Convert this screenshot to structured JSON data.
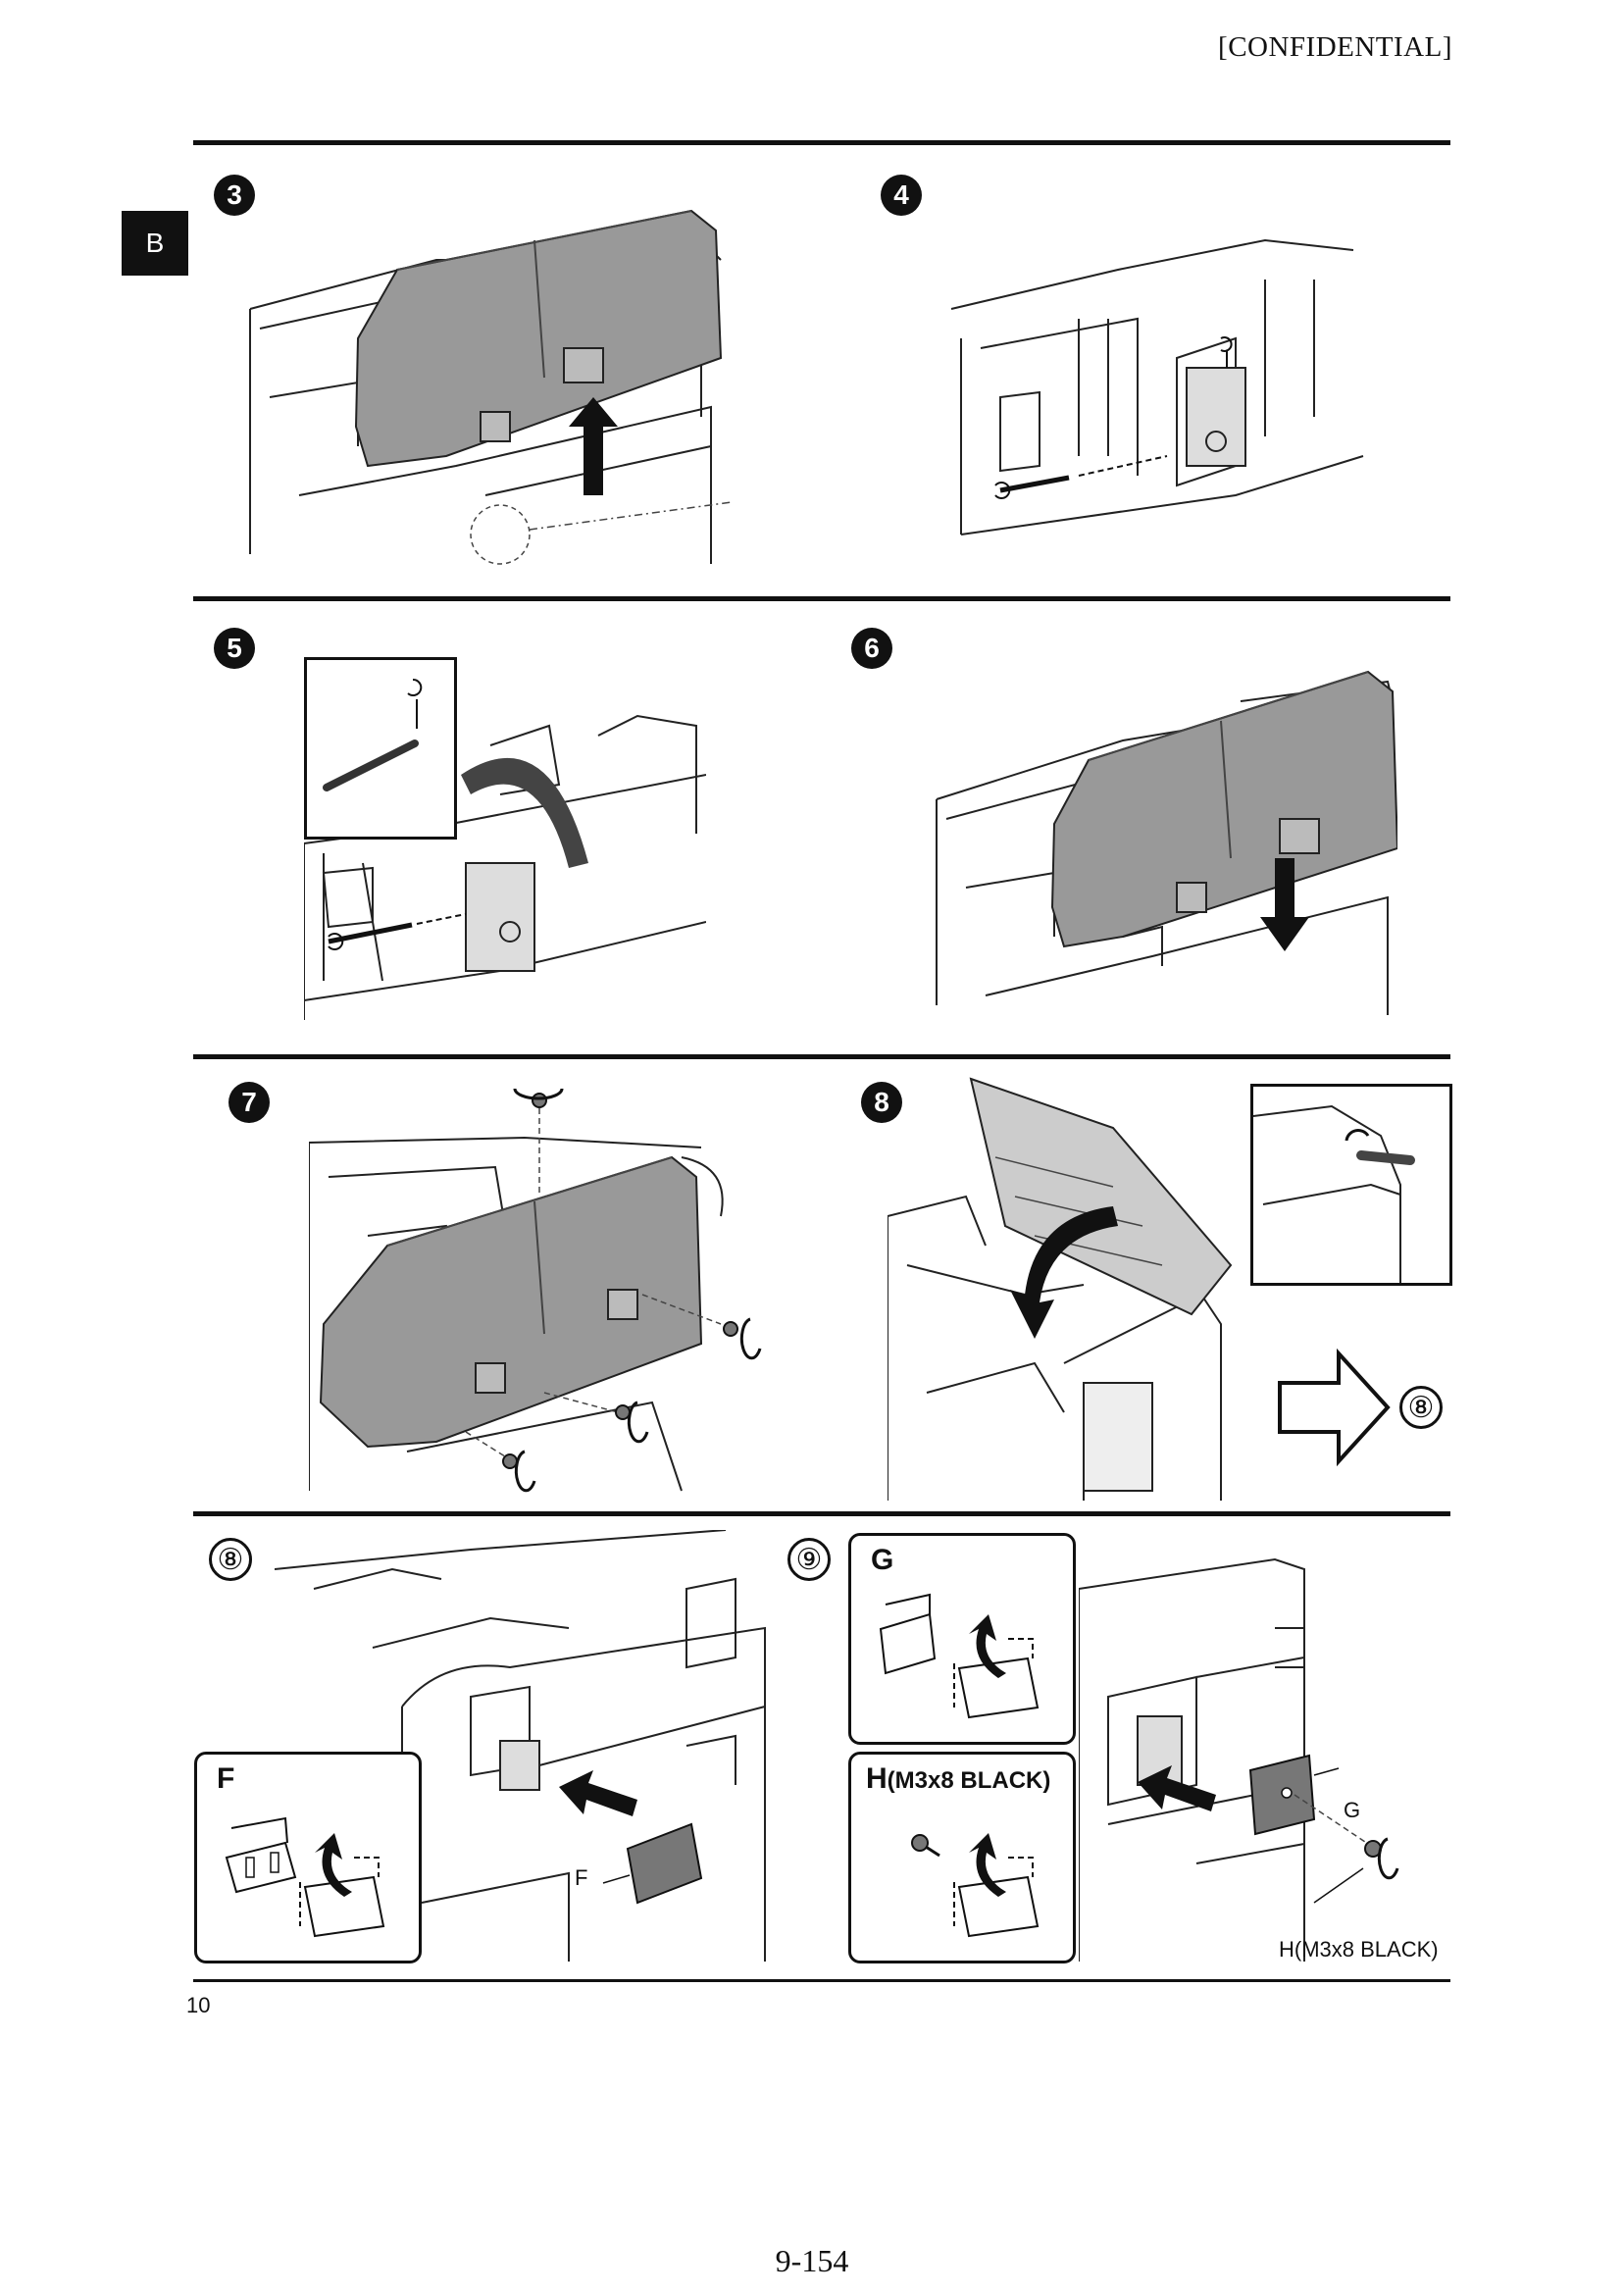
{
  "header": {
    "confidential": "[CONFIDENTIAL]"
  },
  "side_tab": {
    "label": "B"
  },
  "steps": {
    "s3": "3",
    "s4": "4",
    "s5": "5",
    "s6": "6",
    "s7": "7",
    "s8a": "8",
    "s8b": "⑧",
    "s9": "⑨",
    "goto": "⑧"
  },
  "parts": {
    "F": "F",
    "F_callout": "F",
    "G": "G",
    "G_callout": "G",
    "H_title_letter": "H",
    "H_title_spec": "(M3x8 BLACK)",
    "H_callout": "H(M3x8 BLACK)"
  },
  "footer": {
    "section_page": "10",
    "page_number": "9-154"
  }
}
